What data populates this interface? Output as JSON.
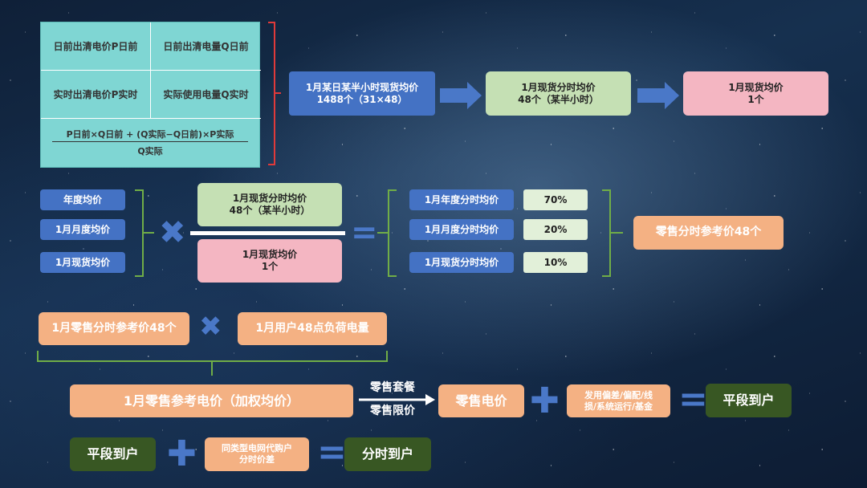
{
  "formula_table": {
    "cells": [
      "日前出清电价P日前",
      "日前出清电量Q日前",
      "实时出清电价P实时",
      "实际使用电量Q实时"
    ],
    "numerator": "P日前×Q日前 + (Q实际−Q日前)×P实际",
    "denominator": "Q实际"
  },
  "row1": {
    "box1": {
      "line1": "1月某日某半小时现货均价",
      "line2": "1488个（31×48）"
    },
    "box2": {
      "line1": "1月现货分时均价",
      "line2": "48个（某半小时）"
    },
    "box3": {
      "line1": "1月现货均价",
      "line2": "1个"
    }
  },
  "row2": {
    "left_items": [
      "年度均价",
      "1月月度均价",
      "1月现货均价"
    ],
    "numerator": {
      "line1": "1月现货分时均价",
      "line2": "48个（某半小时）"
    },
    "denominator": {
      "line1": "1月现货均价",
      "line2": "1个"
    },
    "right_items": [
      {
        "label": "1月年度分时均价",
        "pct": "70%"
      },
      {
        "label": "1月月度分时均价",
        "pct": "20%"
      },
      {
        "label": "1月现货分时均价",
        "pct": "10%"
      }
    ],
    "result": "零售分时参考价48个"
  },
  "row3": {
    "left": "1月零售分时参考价48个",
    "right": "1月用户48点负荷电量"
  },
  "row4": {
    "weighted": "1月零售参考电价（加权均价）",
    "arrow_top": "零售套餐",
    "arrow_bottom": "零售限价",
    "retail_price": "零售电价",
    "costs": {
      "line1": "发用偏差/偏配/线",
      "line2": "损/系统运行/基金"
    },
    "result": "平段到户"
  },
  "row5": {
    "left": "平段到户",
    "middle": {
      "line1": "同类型电网代购户",
      "line2": "分时价差"
    },
    "result": "分时到户"
  },
  "colors": {
    "blue": "#4472c4",
    "green": "#c5e0b4",
    "pink": "#f4b6c2",
    "orange": "#f4b183",
    "dark_green": "#385723",
    "teal": "#7fd6d3",
    "red_bracket": "#e03a3a",
    "green_bracket": "#70ad47",
    "operator": "#4a78c8"
  }
}
